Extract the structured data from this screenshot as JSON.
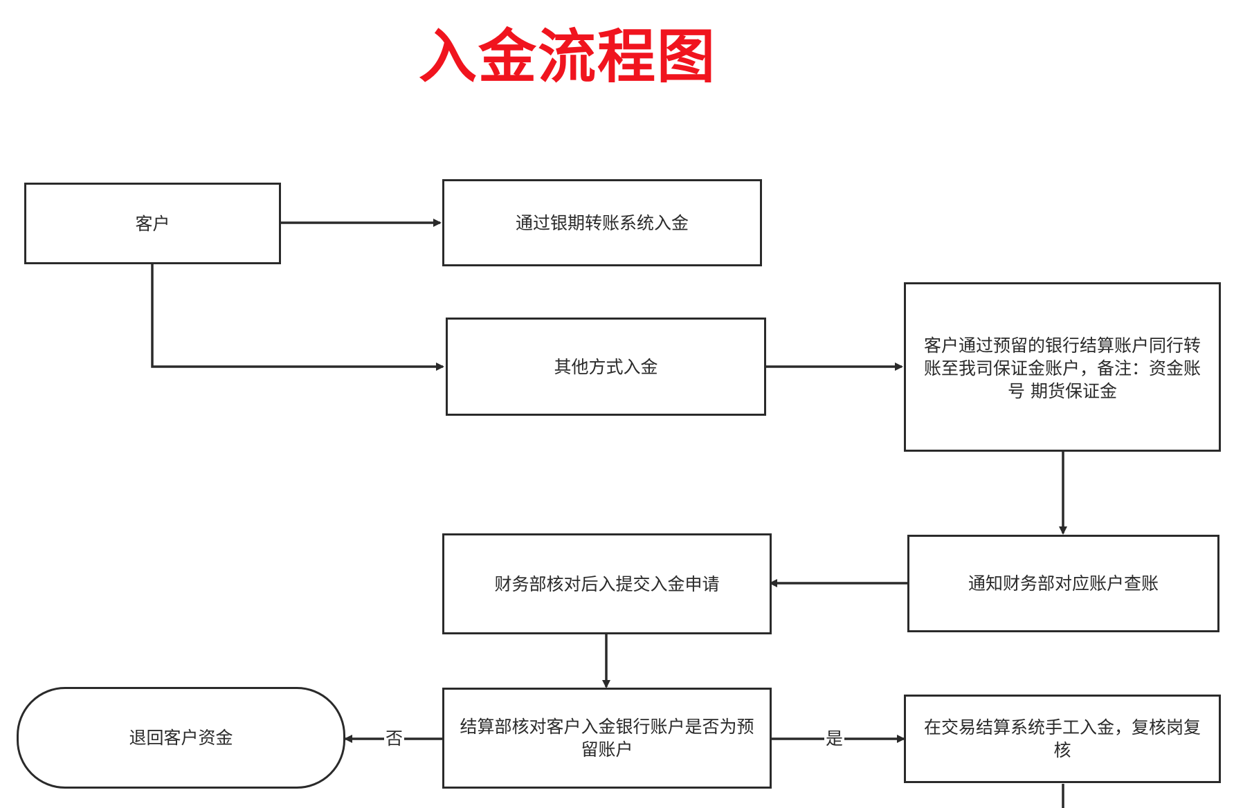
{
  "title": "入金流程图",
  "colors": {
    "title": "#f0141e",
    "stroke": "#2a2a2a",
    "background": "#ffffff"
  },
  "nodes": {
    "customer": "客户",
    "bank_futures_transfer": "通过银期转账系统入金",
    "other_methods": "其他方式入金",
    "same_bank_transfer": "客户通过预留的银行结算账户同行转账至我司保证金账户，备注：资金账号 期货保证金",
    "finance_submit": "财务部核对后入提交入金申请",
    "notify_finance": "通知财务部对应账户查账",
    "settlement_check": "结算部核对客户入金银行账户是否为预留账户",
    "return_funds": "退回客户资金",
    "manual_deposit": "在交易结算系统手工入金，复核岗复核"
  },
  "edge_labels": {
    "no": "否",
    "yes": "是"
  }
}
